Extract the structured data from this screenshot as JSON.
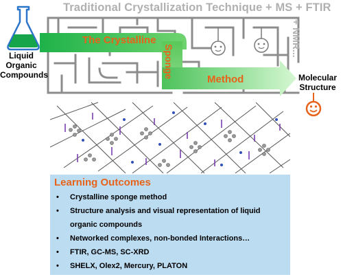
{
  "header": {
    "title": "Traditional Crystallization Technique + MS + FTIR",
    "nmr": "+ NMR..."
  },
  "inputs": {
    "label_line1": "Liquid",
    "label_line2": "Organic",
    "label_line3": "Compounds"
  },
  "output": {
    "label_line1": "Molecular",
    "label_line2": "Structure"
  },
  "flow": {
    "word1": "The Crystalline",
    "word2": "Sponge",
    "word3": "Method"
  },
  "learning": {
    "title": "Learning Outcomes",
    "items": [
      "Crystalline sponge method",
      "Structure analysis and visual representation of liquid",
      "organic compounds",
      "Networked complexes, non-bonded Interactions…",
      "FTIR, GC-MS, SC-XRD",
      "SHELX, Olex2, Mercury, PLATON"
    ]
  },
  "colors": {
    "arrow_start": "#1fb24a",
    "arrow_end": "#c8f5c8",
    "accent_orange": "#e8631a",
    "maze_gray": "#8c8c8c",
    "outcomes_bg": "#bcdcf2",
    "flask_liquid": "#17a54c"
  },
  "icons": [
    "flask-icon",
    "smiley-icon",
    "maze-icon",
    "crystal-structure-image"
  ]
}
